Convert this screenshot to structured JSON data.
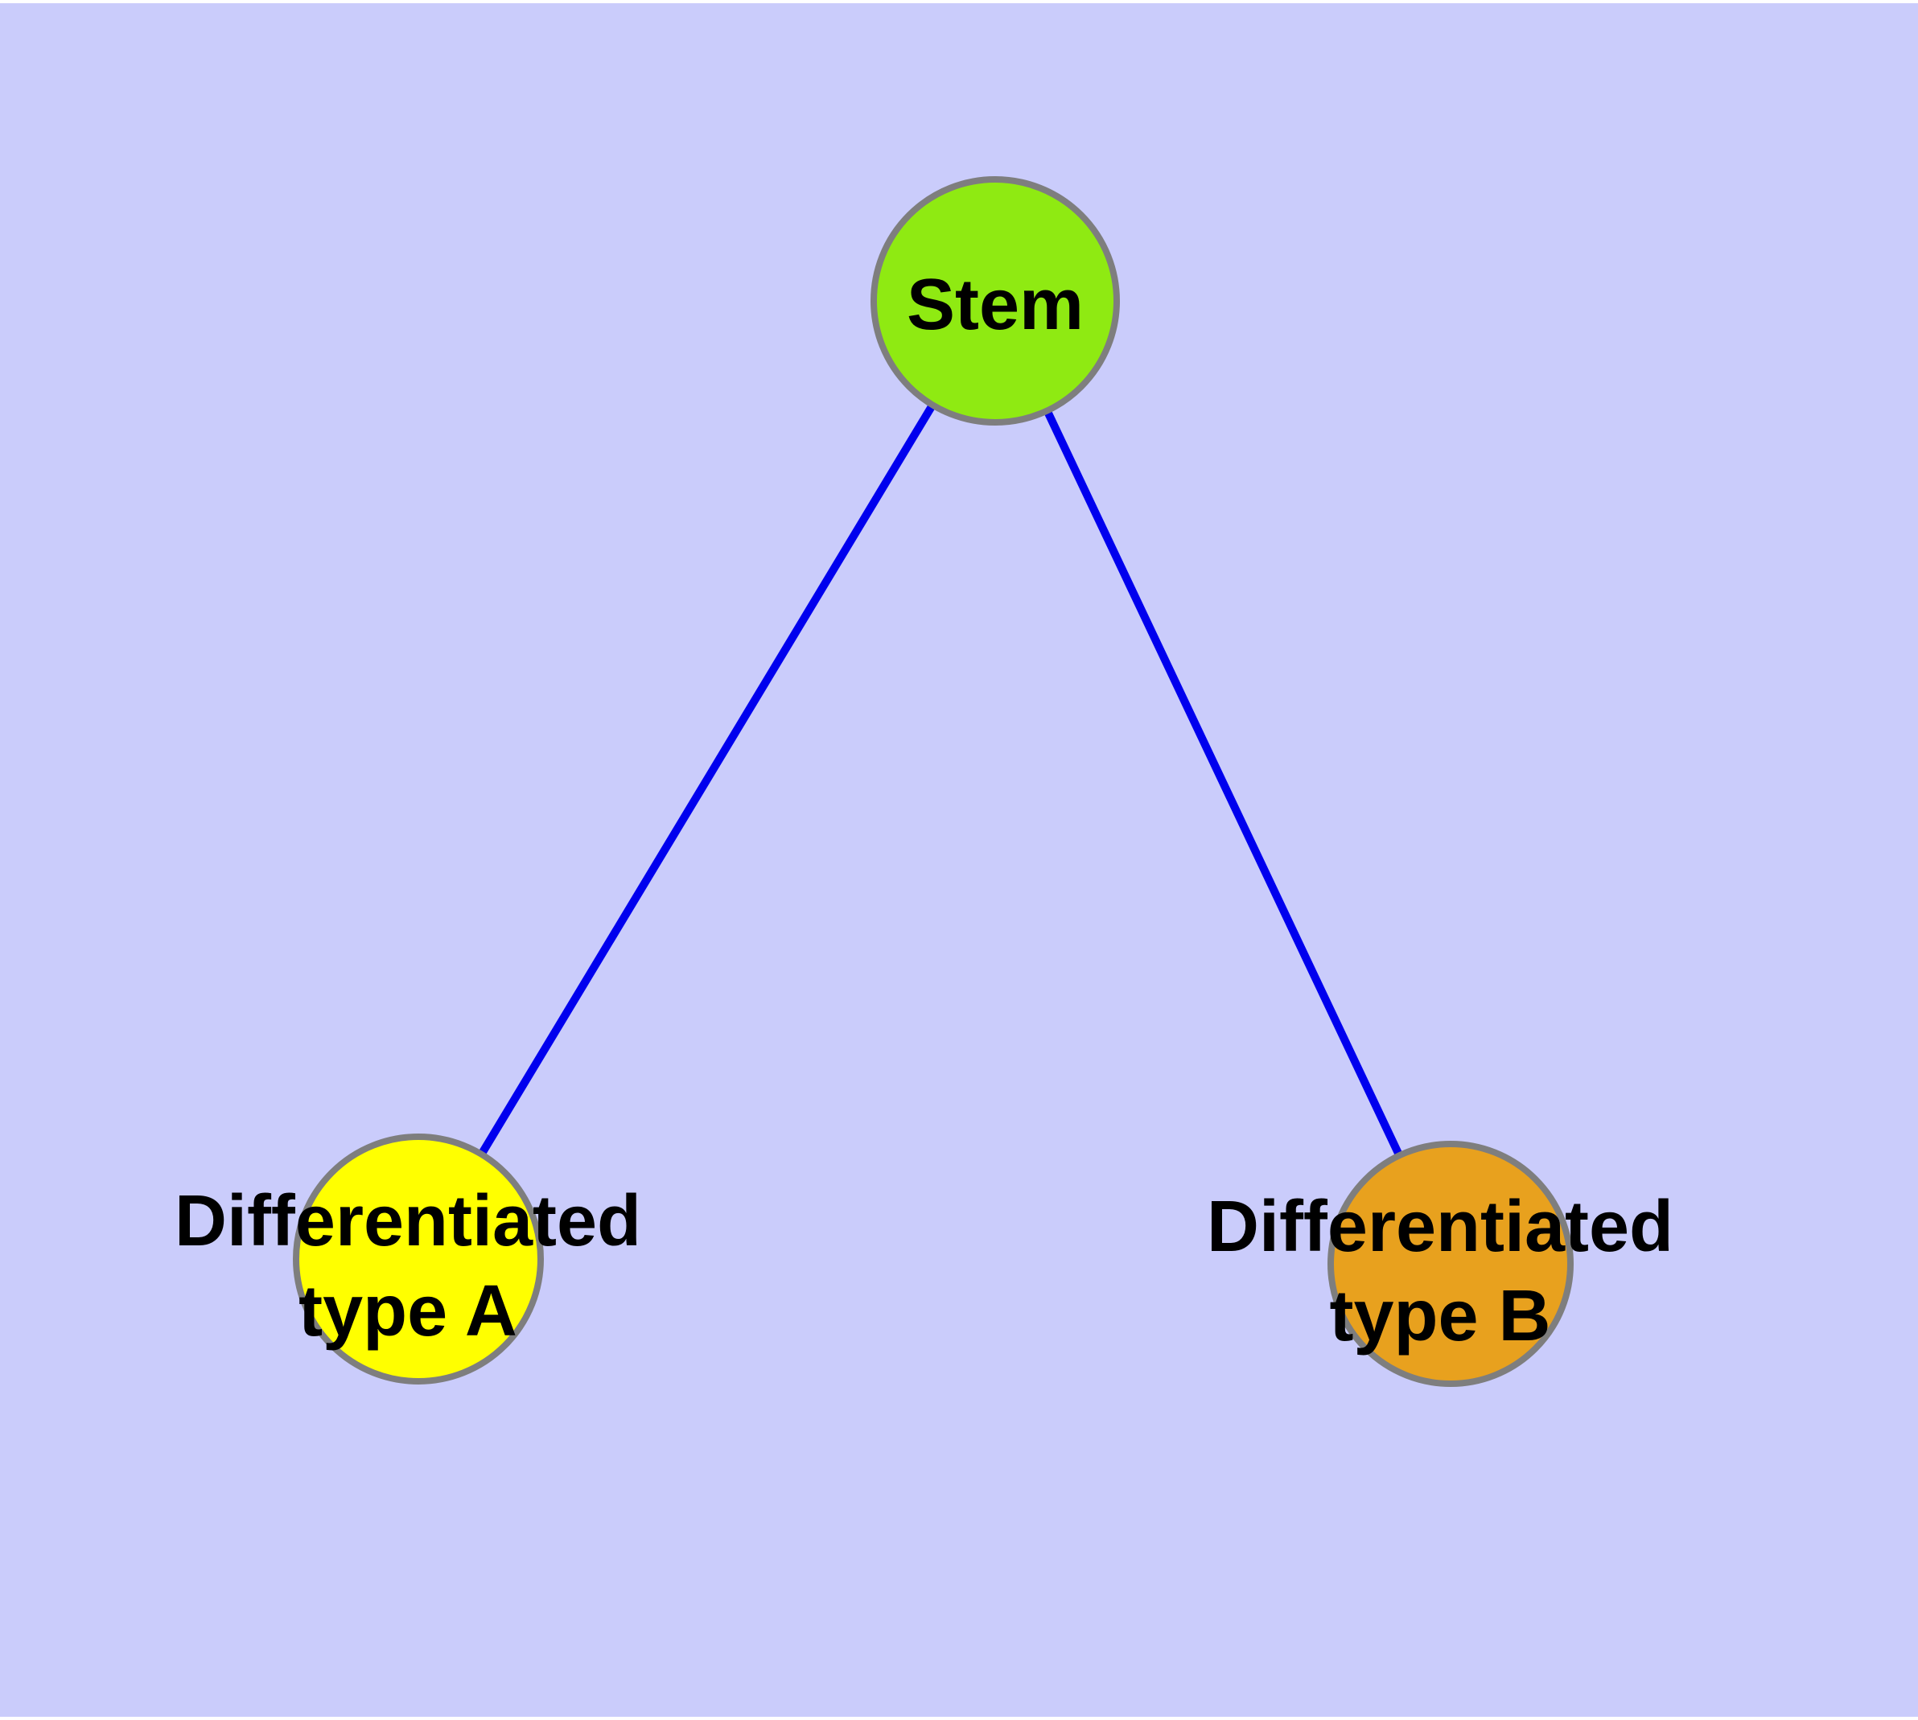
{
  "diagram": {
    "background_color": "#CACCFB",
    "margin_color": "#FFFFFF",
    "edge_color": "#0000EE",
    "node_border_color": "#7E7E7E",
    "label_color": "#000000",
    "nodes": [
      {
        "id": "stem",
        "label": "Stem",
        "fill": "#8FEA12"
      },
      {
        "id": "differentiated-type-a",
        "label": "Differentiated type A",
        "label_line1": "Differentiated",
        "label_line2": "type A",
        "fill": "#FFFF00"
      },
      {
        "id": "differentiated-type-b",
        "label": "Differentiated type B",
        "label_line1": "Differentiated",
        "label_line2": "type B",
        "fill": "#E8A11E"
      }
    ],
    "edges": [
      {
        "source": "Stem",
        "target": "Differentiated type A"
      },
      {
        "source": "Stem",
        "target": "Differentiated type B"
      }
    ]
  }
}
